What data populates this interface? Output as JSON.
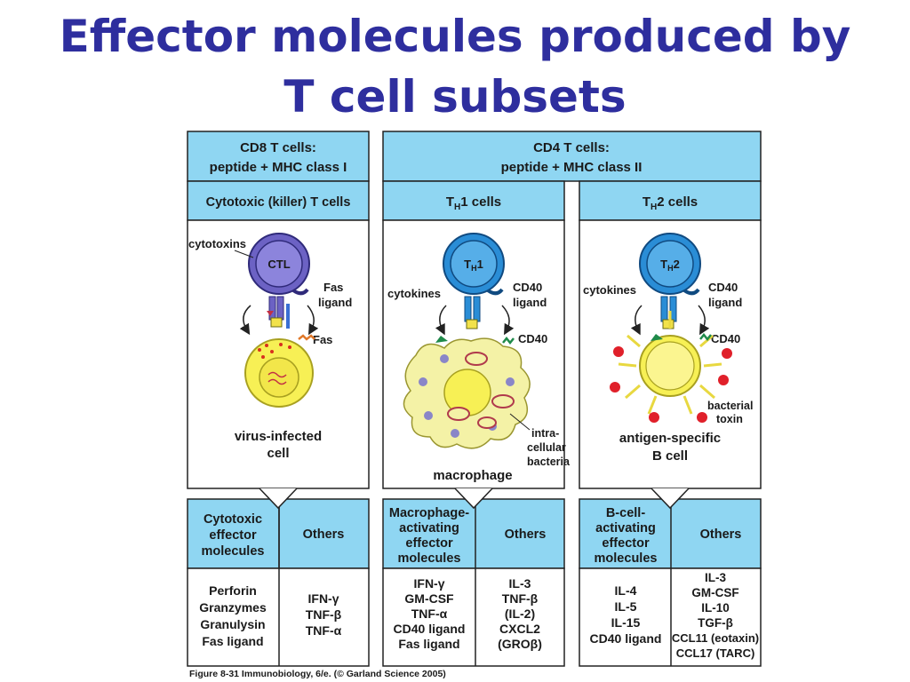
{
  "title": {
    "line1": "Effector molecules produced by",
    "line2": "T cell subsets"
  },
  "colors": {
    "title": "#2e2e9e",
    "header_bg": "#8fd6f2",
    "ctl_cell": "#6c62c4",
    "th_cell": "#2a8dd6",
    "target_cell": "#f7f055",
    "macrophage": "#f4f2a6",
    "bacteria": "#b03a4c",
    "toxin": "#e0202a"
  },
  "icons": [
    "ctl-cell-icon",
    "th1-cell-icon",
    "th2-cell-icon",
    "virus-infected-cell-icon",
    "macrophage-icon",
    "b-cell-icon",
    "bacterial-toxin-icon"
  ],
  "panels": {
    "cd8": {
      "header_line1": "CD8 T cells:",
      "header_line2": "peptide + MHC class I",
      "subheader": "Cytotoxic (killer) T cells",
      "cell_label": "CTL",
      "labels": {
        "cytotoxins": "cytotoxins",
        "fas_ligand_1": "Fas",
        "fas_ligand_2": "ligand",
        "fas": "Fas"
      },
      "target_1": "virus-infected",
      "target_2": "cell",
      "effector_header": [
        "Cytotoxic",
        "effector",
        "molecules"
      ],
      "others_header": "Others",
      "effectors": [
        "Perforin",
        "Granzymes",
        "Granulysin",
        "Fas ligand"
      ],
      "others": [
        "IFN-γ",
        "TNF-β",
        "TNF-α"
      ]
    },
    "cd4": {
      "header_line1": "CD4 T cells:",
      "header_line2": "peptide + MHC class II"
    },
    "th1": {
      "subheader_pre": "T",
      "subheader_sub": "H",
      "subheader_post": "1 cells",
      "cell_pre": "T",
      "cell_sub": "H",
      "cell_post": "1",
      "labels": {
        "cytokines": "cytokines",
        "cd40_ligand_1": "CD40",
        "cd40_ligand_2": "ligand",
        "cd40": "CD40",
        "intra_1": "intra-",
        "intra_2": "cellular",
        "intra_3": "bacteria"
      },
      "target": "macrophage",
      "effector_header": [
        "Macrophage-",
        "activating",
        "effector",
        "molecules"
      ],
      "others_header": "Others",
      "effectors": [
        "IFN-γ",
        "GM-CSF",
        "TNF-α",
        "CD40 ligand",
        "Fas ligand"
      ],
      "others": [
        "IL-3",
        "TNF-β",
        "(IL-2)",
        "CXCL2",
        "(GROβ)"
      ]
    },
    "th2": {
      "subheader_pre": "T",
      "subheader_sub": "H",
      "subheader_post": "2 cells",
      "cell_pre": "T",
      "cell_sub": "H",
      "cell_post": "2",
      "labels": {
        "cytokines": "cytokines",
        "cd40_ligand_1": "CD40",
        "cd40_ligand_2": "ligand",
        "cd40": "CD40",
        "toxin_1": "bacterial",
        "toxin_2": "toxin"
      },
      "target_1": "antigen-specific",
      "target_2": "B cell",
      "effector_header": [
        "B-cell-",
        "activating",
        "effector",
        "molecules"
      ],
      "others_header": "Others",
      "effectors": [
        "IL-4",
        "IL-5",
        "IL-15",
        "CD40 ligand"
      ],
      "others": [
        "IL-3",
        "GM-CSF",
        "IL-10",
        "TGF-β",
        "CCL11 (eotaxin)",
        "CCL17 (TARC)"
      ]
    }
  },
  "caption": "Figure 8-31 Immunobiology, 6/e. (© Garland Science 2005)"
}
